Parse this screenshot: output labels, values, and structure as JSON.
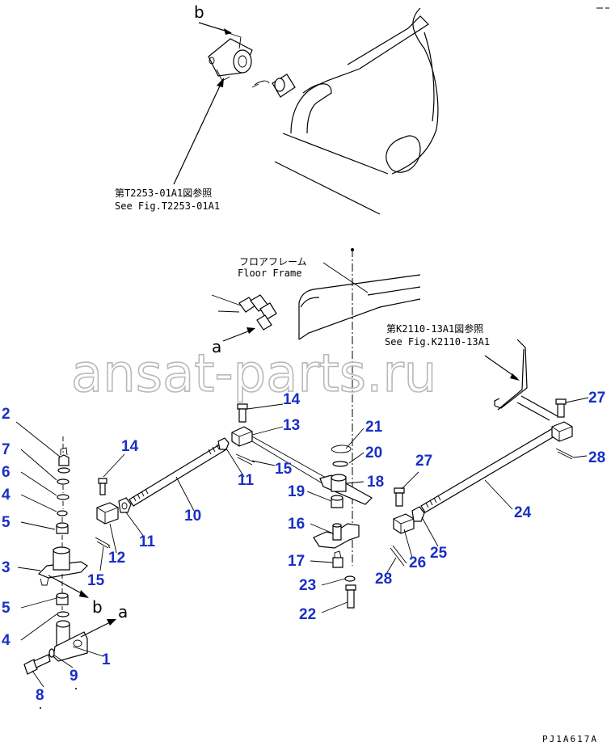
{
  "watermark": "ansat-parts.ru",
  "drawing_code": "PJ1A617A",
  "view_letters": {
    "b_top": "b",
    "a_mid": "a",
    "b_bottom": "b",
    "a_bottom": "a"
  },
  "notes": {
    "top_ref_jp": "第T2253-01A1図参照",
    "top_ref_en": "See Fig.T2253-01A1",
    "floor_jp": "フロアフレーム",
    "floor_en": "Floor Frame",
    "right_ref_jp": "第K2110-13A1図参照",
    "right_ref_en": "See Fig.K2110-13A1"
  },
  "part_numbers": [
    "2",
    "7",
    "6",
    "4",
    "5",
    "3",
    "5",
    "4",
    "8",
    "9",
    "1",
    "14",
    "12",
    "15",
    "11",
    "10",
    "14",
    "13",
    "15",
    "11",
    "21",
    "20",
    "18",
    "19",
    "16",
    "17",
    "23",
    "22",
    "27",
    "26",
    "28",
    "25",
    "24",
    "27",
    "28"
  ],
  "colors": {
    "number_blue": "#1a2fc4",
    "line": "#000000",
    "watermark": "#b9b9b9"
  }
}
